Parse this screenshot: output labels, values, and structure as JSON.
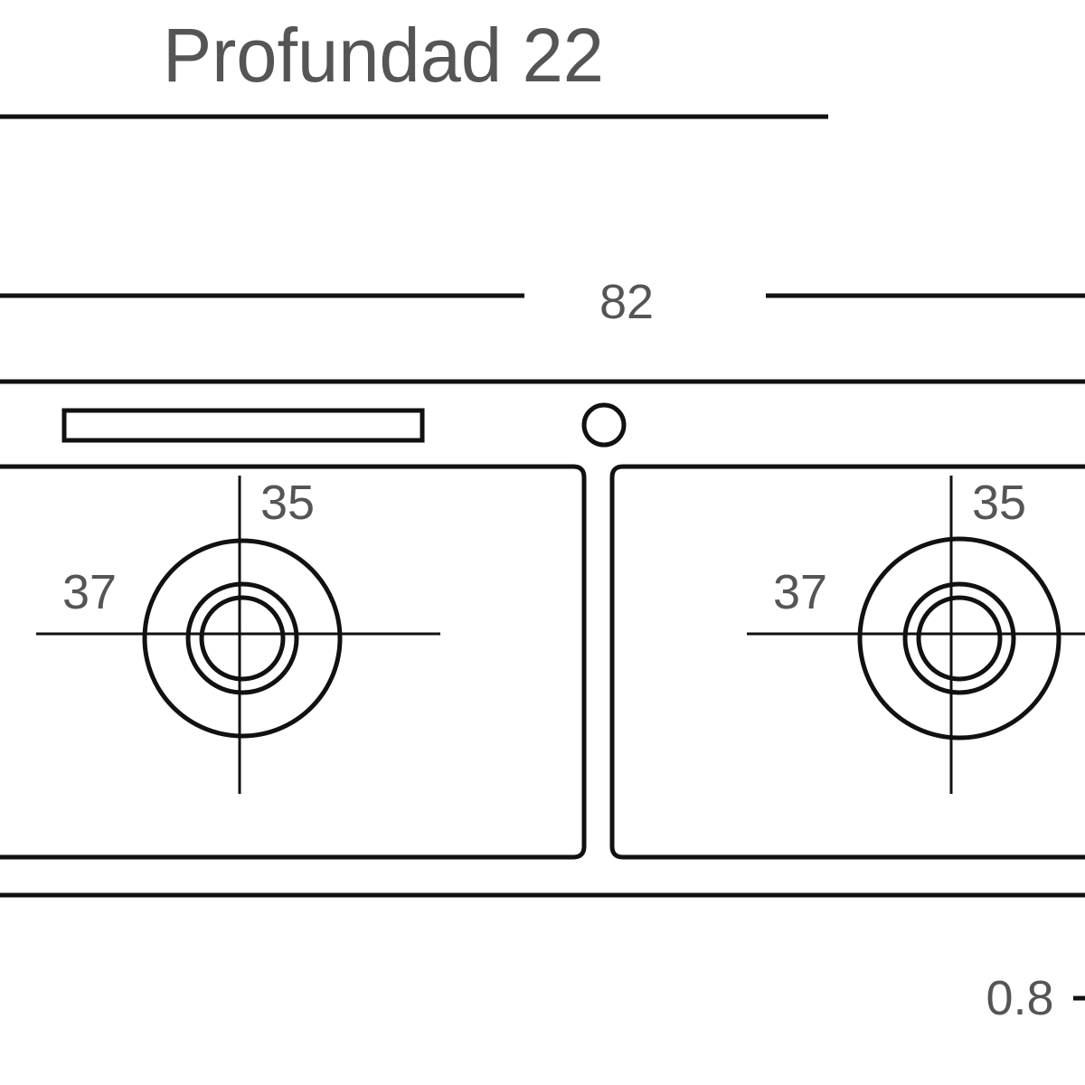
{
  "title": "Profundad 22",
  "dimensions": {
    "overall_width": "82",
    "left_basin": {
      "width": "37",
      "depth": "35"
    },
    "right_basin": {
      "width": "37",
      "depth": "35"
    },
    "thickness": "0.8"
  },
  "colors": {
    "line": "#111111",
    "text": "#555555",
    "background": "#ffffff"
  }
}
